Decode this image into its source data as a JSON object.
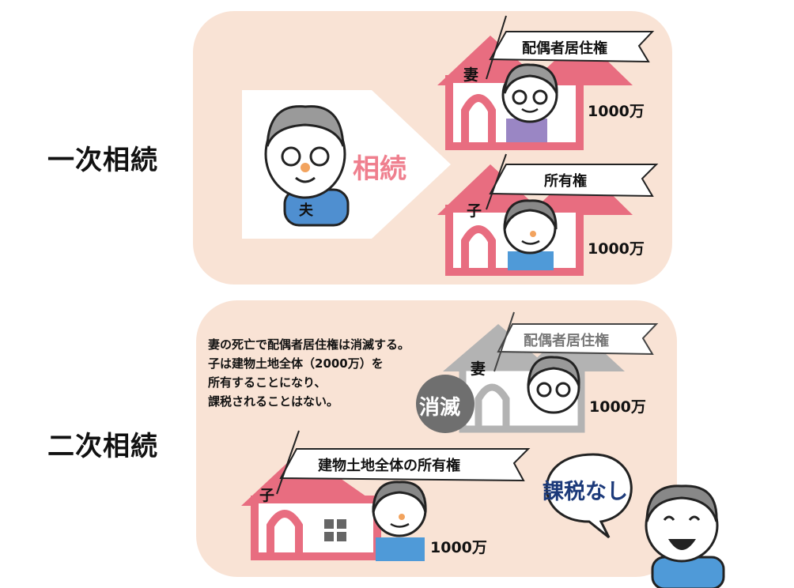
{
  "first": {
    "title": "一次相続",
    "husband": "夫",
    "inherit": "相続",
    "wife": {
      "who": "妻",
      "right": "配偶者居住権",
      "amount": "1000万"
    },
    "child": {
      "who": "子",
      "right": "所有権",
      "amount": "1000万"
    }
  },
  "second": {
    "title": "二次相続",
    "note": [
      "妻の死亡で配偶者居住権は消滅する。",
      "子は建物土地全体（2000万）を",
      "所有することになり、",
      "課税されることはない。"
    ],
    "wife": {
      "who": "妻",
      "right": "配偶者居住権",
      "amount": "1000万",
      "status": "消滅"
    },
    "child": {
      "who": "子",
      "right": "建物土地全体の所有権",
      "amount": "1000万"
    },
    "speech": "課税なし"
  },
  "colors": {
    "panel": "#f9e3d5",
    "house": "#e86d80",
    "house_gone": "#b3b3b3",
    "inherit_text": "#ef7f8e",
    "speech_text": "#1c3a7a"
  }
}
